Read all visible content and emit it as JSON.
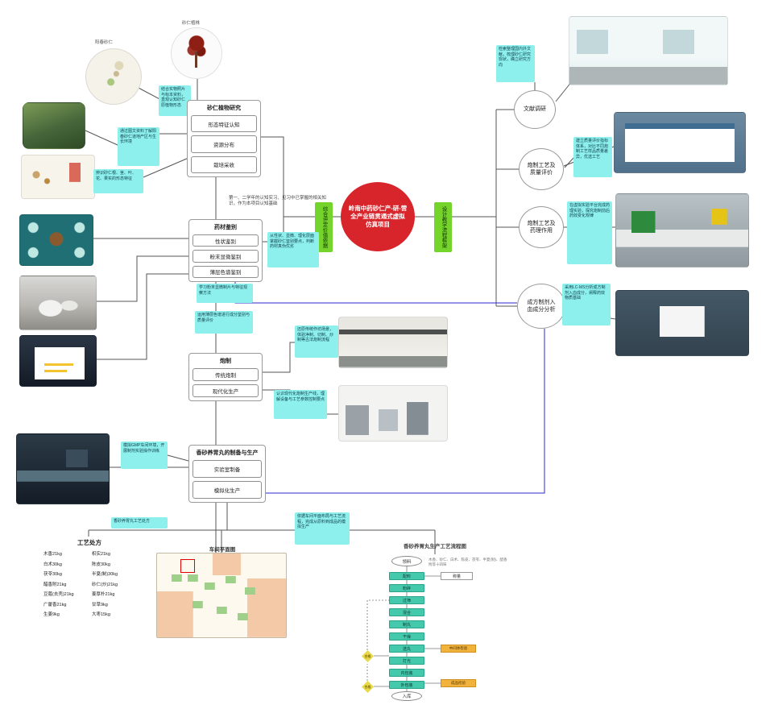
{
  "project": {
    "title": "岭南中药砂仁产-研-营全产业链贯通式虚拟仿真项目"
  },
  "hubs": {
    "left": "综合评定价值依据",
    "right": "设计教学流程框架"
  },
  "research_nodes": {
    "literature": "文献调研",
    "quality": "炮制工艺及\n质量评价",
    "pharmacology": "炮制工艺及\n药理作用",
    "blood": "成方制剂入\n血成分分析"
  },
  "plant": {
    "title": "砂仁植物研究",
    "label_a": "阳春砂仁",
    "label_b": "砂仁植株",
    "items": [
      "形态特征认知",
      "资源分布",
      "栽培采收"
    ]
  },
  "identify": {
    "title": "药材鉴别",
    "items": [
      "性状鉴别",
      "粉末显微鉴别",
      "薄层色谱鉴别"
    ]
  },
  "paozhi": {
    "title": "炮制",
    "items": [
      "传统炮制",
      "现代化生产"
    ]
  },
  "production": {
    "title": "香砂养胃丸的制备与生产",
    "items": [
      "实验室制备",
      "模拟化生产"
    ]
  },
  "center_note": "第一、二学年的认知实习、见习中已掌握的相关知识，作为本项目认知基础",
  "annotations": {
    "a1": "结合实物照片与标本资料，直观认知砂仁原植物形态",
    "a2": "通过图文资料了解阳春砂仁道地产区与生长环境",
    "a3": "辨识砂仁根、茎、叶、花、果实的形态特征",
    "a4": "从性状、显微、理化层面掌握砂仁鉴别要点，判断药材真伪优劣",
    "a5": "学习粉末显微制片与特征观察方法",
    "a6": "运用薄层色谱进行成分鉴别与质量评价",
    "a7": "还原传统作坊场景，体验净制、切制、炒制等古法炮制流程",
    "a8": "认识现代化炮制生产线，理解设备与工艺参数控制要点",
    "a9": "模拟GMP车间环境，开展制剂实验操作训练",
    "a10": "香砂养胃丸工艺处方",
    "a11": "依据车间平面布局与工艺流程，完成从原料到成品的模拟生产",
    "a12": "检索整理国内外文献，梳理砂仁研究现状，确立研究方向",
    "a13": "建立质量评价指标体系，对比不同炮制工艺样品质量差异，优选工艺",
    "a14": "在虚拟实验平台完成药理实验，探究炮制前后药效变化规律",
    "a15": "采用LC-MS分析成方制剂入血成分，阐释药效物质基础"
  },
  "formula": {
    "title": "工艺处方",
    "rows": [
      [
        "木香21kg",
        "枳实21kg"
      ],
      [
        "白术30kg",
        "陈皮30kg"
      ],
      [
        "茯苓30kg",
        "半夏(制)30kg"
      ],
      [
        "醋香附21kg",
        "砂仁(炒)21kg"
      ],
      [
        "豆蔻(去壳)21kg",
        "姜厚朴21kg"
      ],
      [
        "广藿香21kg",
        "甘草9kg"
      ],
      [
        "生姜9kg",
        "大枣15kg"
      ]
    ]
  },
  "floorplan": {
    "title": "车间平面图"
  },
  "flowchart": {
    "title": "香砂养胃丸生产工艺流程图",
    "note": "木香、砂仁、白术、陈皮、茯苓、半夏(制)、醋香附等十四味",
    "start": "领料",
    "end": "入库",
    "steps": [
      "配料",
      "粉碎",
      "过筛",
      "混合",
      "制丸",
      "干燥",
      "选丸",
      "打光",
      "内包装",
      "外包装"
    ],
    "side_plain": "称量",
    "side_orange_1": "中间体检验",
    "side_orange_2": "成品检验",
    "decision_1": "合格",
    "decision_2": "合格"
  }
}
